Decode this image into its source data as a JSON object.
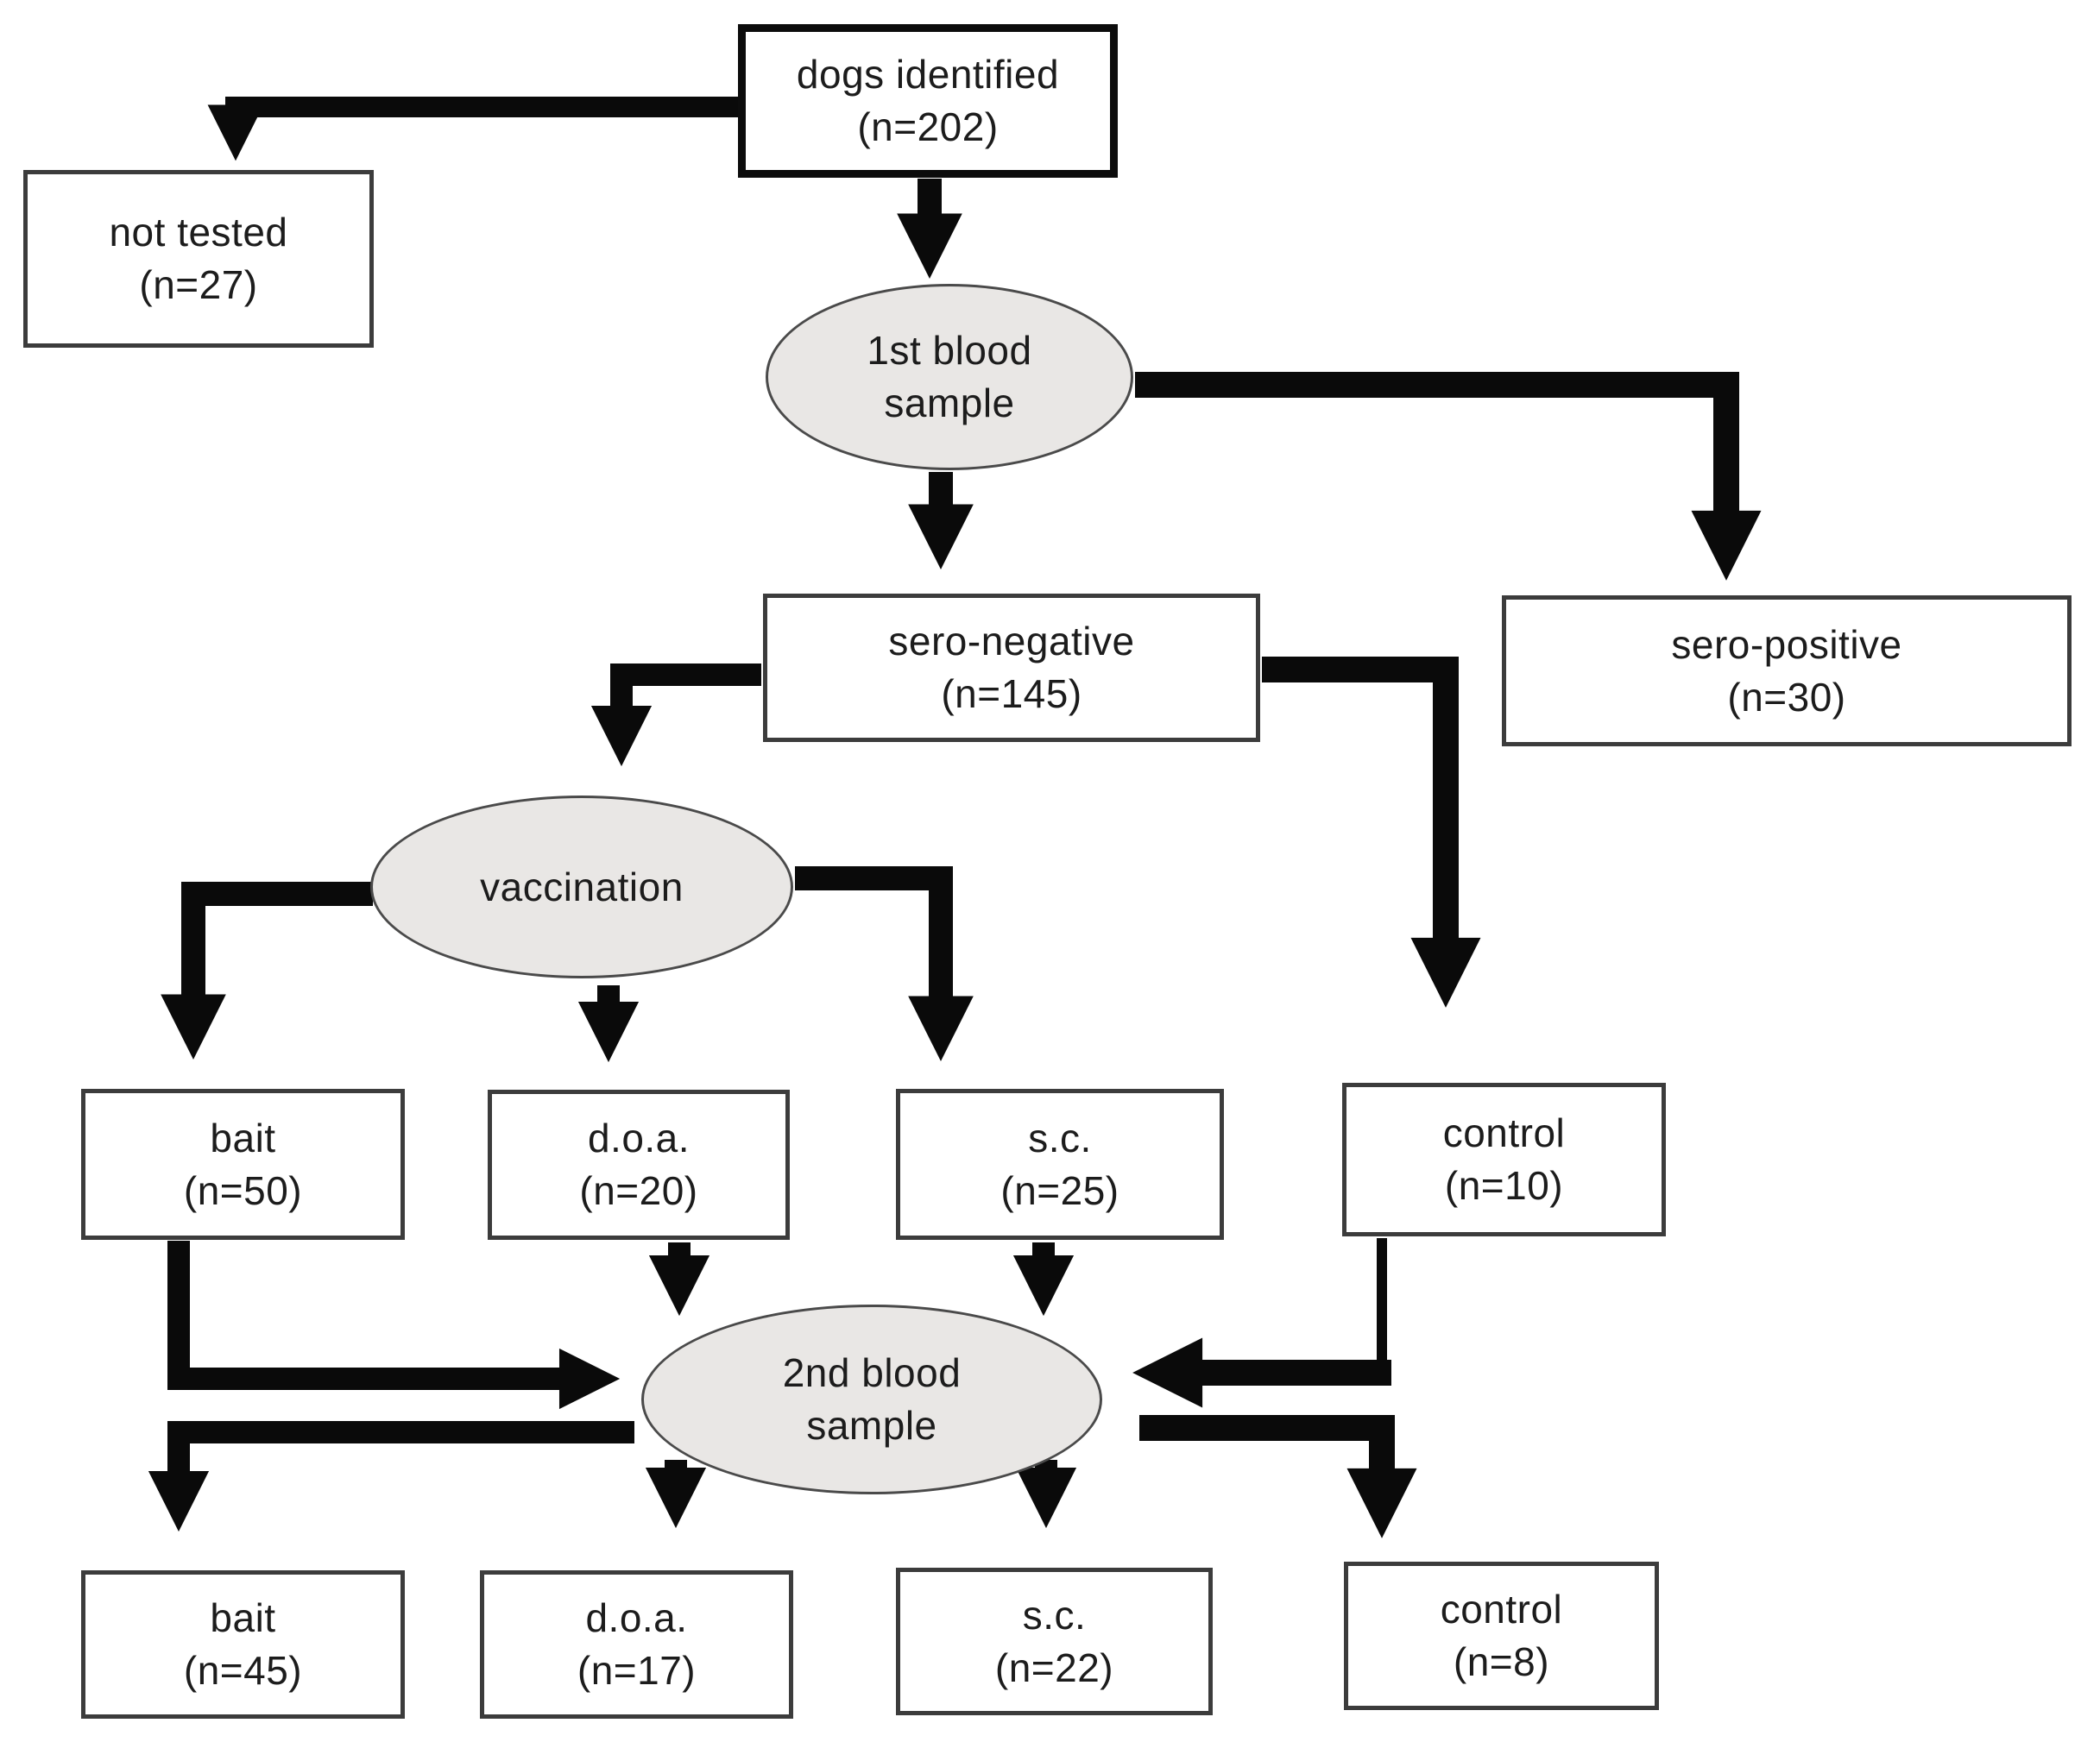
{
  "diagram": {
    "type": "flowchart",
    "background": "#ffffff",
    "line_color": "#0a0a0a",
    "ellipse_fill": "#e9e7e5",
    "box_border_color": "#3c3c3c",
    "top_box_border_color": "#0c0c0c"
  },
  "nodes": {
    "dogs_identified": {
      "shape": "rect",
      "label": "dogs identified",
      "count": "(n=202)"
    },
    "not_tested": {
      "shape": "rect",
      "label": "not tested",
      "count": "(n=27)"
    },
    "first_blood_sample": {
      "shape": "ellipse",
      "label": "1st blood",
      "label2": "sample"
    },
    "sero_negative": {
      "shape": "rect",
      "label": "sero-negative",
      "count": "(n=145)"
    },
    "sero_positive": {
      "shape": "rect",
      "label": "sero-positive",
      "count": "(n=30)"
    },
    "vaccination": {
      "shape": "ellipse",
      "label": "vaccination",
      "label2": ""
    },
    "bait_50": {
      "shape": "rect",
      "label": "bait",
      "count": "(n=50)"
    },
    "doa_20": {
      "shape": "rect",
      "label": "d.o.a.",
      "count": "(n=20)"
    },
    "sc_25": {
      "shape": "rect",
      "label": "s.c.",
      "count": "(n=25)"
    },
    "control_10": {
      "shape": "rect",
      "label": "control",
      "count": "(n=10)"
    },
    "second_blood_sample": {
      "shape": "ellipse",
      "label": "2nd blood",
      "label2": "sample"
    },
    "bait_45": {
      "shape": "rect",
      "label": "bait",
      "count": "(n=45)"
    },
    "doa_17": {
      "shape": "rect",
      "label": "d.o.a.",
      "count": "(n=17)"
    },
    "sc_22": {
      "shape": "rect",
      "label": "s.c.",
      "count": "(n=22)"
    },
    "control_8": {
      "shape": "rect",
      "label": "control",
      "count": "(n=8)"
    }
  },
  "edges": [
    {
      "from": "dogs_identified",
      "to": "not_tested"
    },
    {
      "from": "dogs_identified",
      "to": "first_blood_sample"
    },
    {
      "from": "first_blood_sample",
      "to": "sero_positive"
    },
    {
      "from": "first_blood_sample",
      "to": "sero_negative"
    },
    {
      "from": "sero_negative",
      "to": "vaccination"
    },
    {
      "from": "sero_negative",
      "to": "control_10"
    },
    {
      "from": "vaccination",
      "to": "bait_50"
    },
    {
      "from": "vaccination",
      "to": "doa_20"
    },
    {
      "from": "vaccination",
      "to": "sc_25"
    },
    {
      "from": "bait_50",
      "to": "second_blood_sample"
    },
    {
      "from": "doa_20",
      "to": "second_blood_sample"
    },
    {
      "from": "sc_25",
      "to": "second_blood_sample"
    },
    {
      "from": "control_10",
      "to": "second_blood_sample"
    },
    {
      "from": "second_blood_sample",
      "to": "bait_45"
    },
    {
      "from": "second_blood_sample",
      "to": "doa_17"
    },
    {
      "from": "second_blood_sample",
      "to": "sc_22"
    },
    {
      "from": "second_blood_sample",
      "to": "control_8"
    }
  ]
}
